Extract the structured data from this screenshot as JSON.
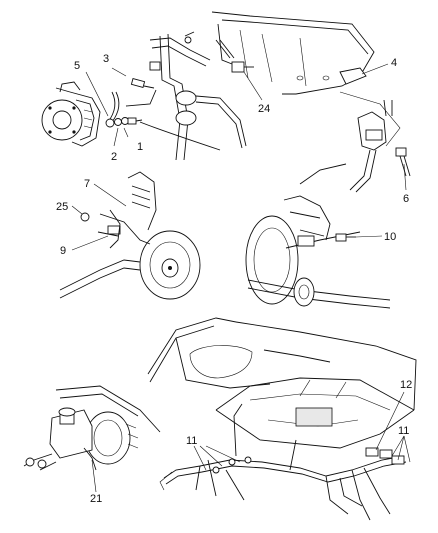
{
  "diagram": {
    "callouts": {
      "c1": "1",
      "c2": "2",
      "c3": "3",
      "c4": "4",
      "c5": "5",
      "c6": "6",
      "c7": "7",
      "c9": "9",
      "c10": "10",
      "c11a": "11",
      "c11b": "11",
      "c12": "12",
      "c21": "21",
      "c24": "24",
      "c25": "25"
    }
  }
}
